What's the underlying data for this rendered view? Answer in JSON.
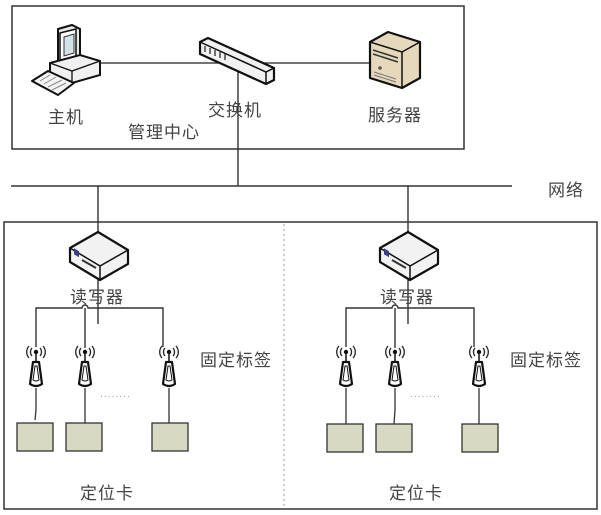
{
  "management_center": {
    "title": "管理中心",
    "host_label": "主机",
    "switch_label": "交换机",
    "server_label": "服务器"
  },
  "network_label": "网络",
  "zones": [
    {
      "reader_label": "读写器",
      "fixed_tag_label": "固定标签",
      "locator_card_label": "定位卡",
      "ellipsis": "........"
    },
    {
      "reader_label": "读写器",
      "fixed_tag_label": "固定标签",
      "locator_card_label": "定位卡",
      "ellipsis": "........"
    }
  ],
  "colors": {
    "card_fill": "#d8d9c2",
    "server_fill": "#e8dcc0",
    "line": "#333333"
  }
}
